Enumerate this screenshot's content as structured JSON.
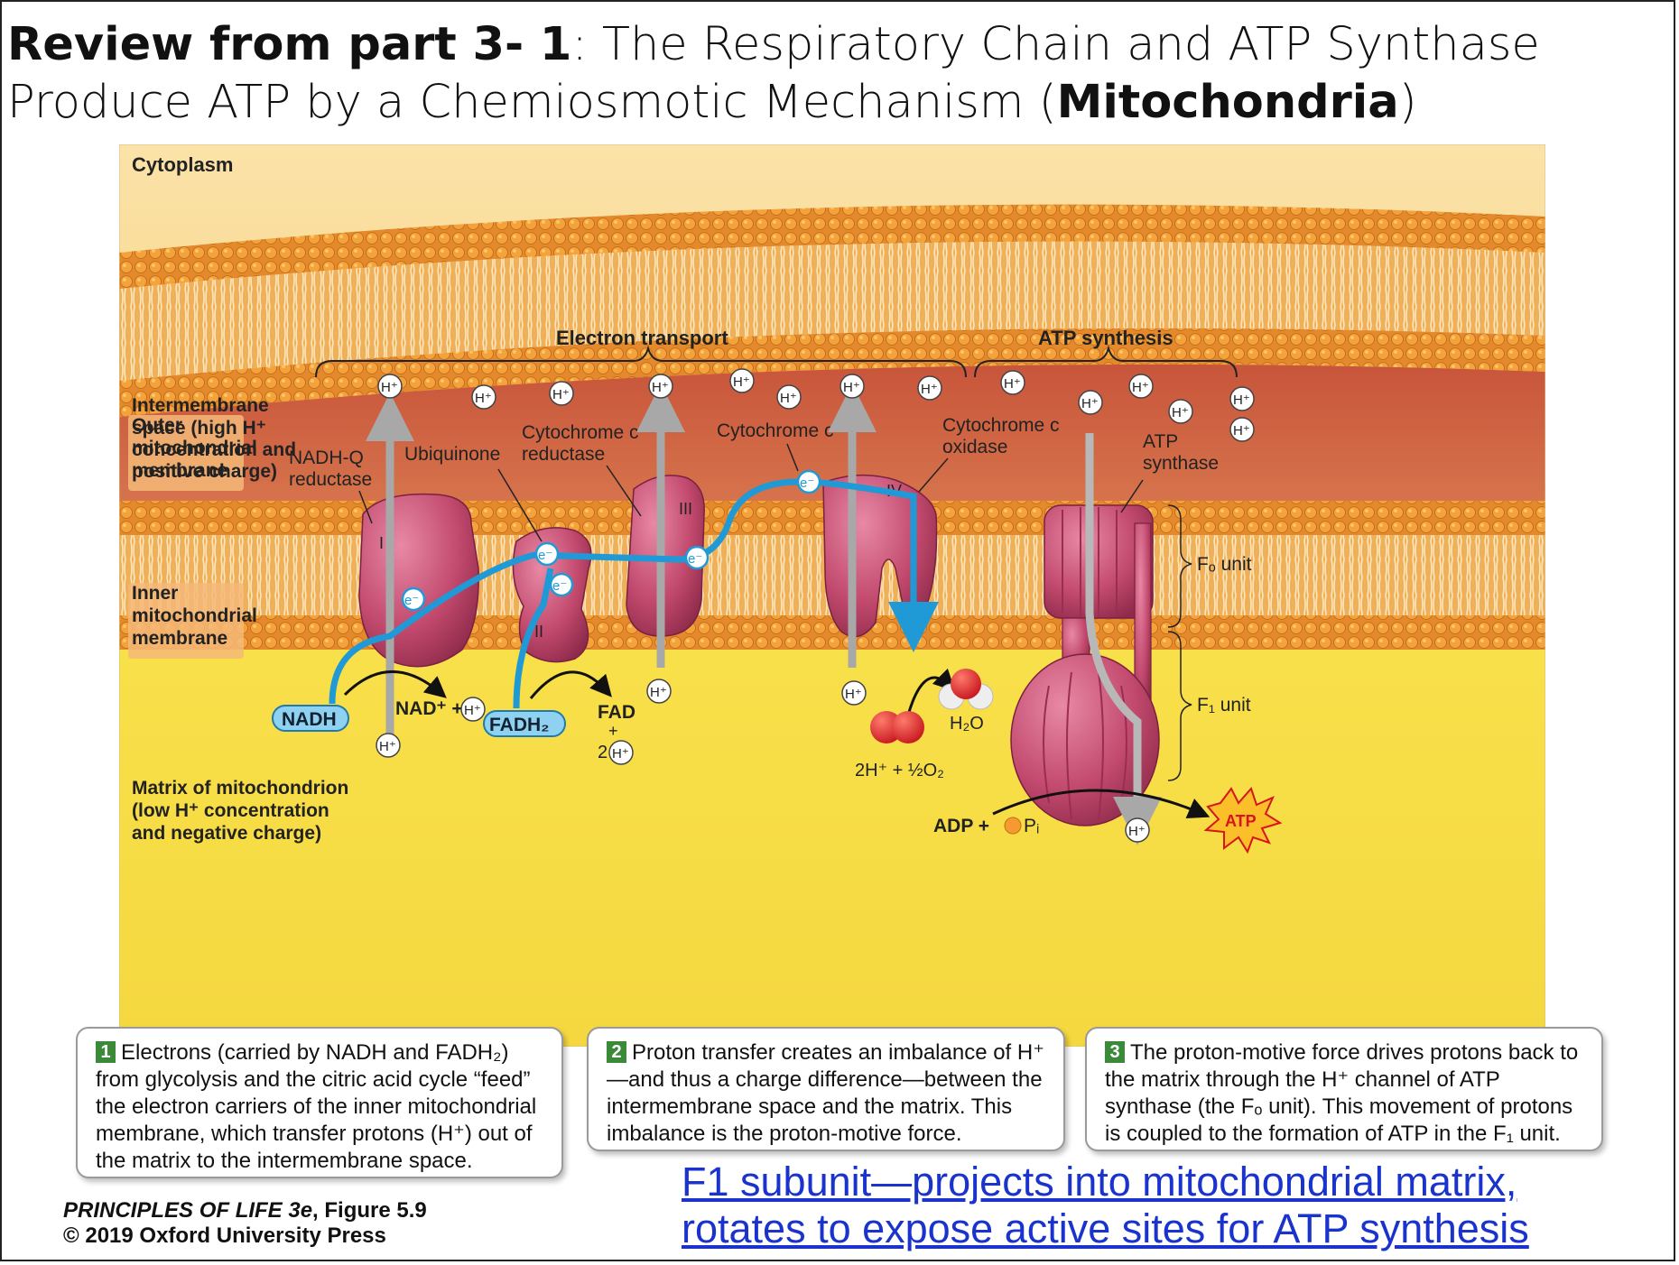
{
  "title": {
    "bold_prefix": "Review from part 3- 1",
    "rest_a": ": The Respiratory Chain and ATP Synthase Produce ATP by a Chemiosmotic Mechanism (",
    "bold_word": "Mitochondria",
    "rest_b": ")"
  },
  "regions": {
    "cytoplasm": "Cytoplasm",
    "outer_membrane": [
      "Outer",
      "mitochondrial",
      "membrane"
    ],
    "intermembrane": [
      "Intermembrane",
      "space (high H⁺",
      "concentration and",
      "positive charge)"
    ],
    "inner_membrane": [
      "Inner",
      "mitochondrial",
      "membrane"
    ],
    "matrix": [
      "Matrix of mitochondrion",
      "(low H⁺ concentration",
      "and negative charge)"
    ]
  },
  "braces": {
    "electron_transport": "Electron transport",
    "atp_synthesis": "ATP synthesis"
  },
  "complexes": {
    "nadh_q": [
      "NADH-Q",
      "reductase"
    ],
    "ubiquinone": "Ubiquinone",
    "cyt_c_reductase": [
      "Cytochrome c",
      "reductase"
    ],
    "cyt_c": "Cytochrome c",
    "cyt_c_oxidase": [
      "Cytochrome c",
      "oxidase"
    ],
    "atp_synthase": [
      "ATP",
      "synthase"
    ],
    "numerals": [
      "I",
      "II",
      "III",
      "IV"
    ],
    "fo_unit": "Fₒ unit",
    "f1_unit": "F₁ unit"
  },
  "molecules": {
    "proton": "H⁺",
    "electron": "e⁻",
    "nadh": "NADH",
    "nad_plus": "NAD⁺ +",
    "fadh2": "FADH₂",
    "fad": "FAD",
    "plus": "+",
    "two": "2",
    "water": "H₂O",
    "oxygen_eq": "2H⁺ + ½O₂",
    "adp": "ADP +",
    "pi": "Pᵢ",
    "atp": "ATP"
  },
  "captions": [
    {
      "num": "1",
      "text": "Electrons (carried by NADH and FADH₂) from glycolysis and the citric acid cycle “feed” the electron carriers of the inner mitochondrial membrane, which transfer protons (H⁺) out of the matrix to the intermembrane space."
    },
    {
      "num": "2",
      "text": "Proton transfer creates an imbalance of H⁺—and thus a charge difference—between the intermembrane space and the matrix. This imbalance is the proton-motive force."
    },
    {
      "num": "3",
      "text": "The proton-motive force drives protons back to the matrix through the H⁺ channel of ATP synthase (the Fₒ unit). This movement of protons is coupled to the formation of ATP in the F₁ unit."
    }
  ],
  "credit": {
    "book": "PRINCIPLES OF LIFE 3e",
    "figure": ", Figure 5.9",
    "copyright": "© 2019 Oxford University Press"
  },
  "note": {
    "line1": "F1 subunit—projects into mitochondrial matrix,",
    "line2": "rotates to expose active sites for ATP synthesis"
  },
  "colors": {
    "membrane_orange": "#e8902a",
    "intermembrane_red": "#c85a3e",
    "matrix_yellow": "#f7dc45",
    "protein_pink": "#c24a6e",
    "electron_blue": "#1f9ad6",
    "proton_arrow_gray": "#a8a8a8",
    "link_blue": "#1a33cc",
    "step_green": "#3a8a3a"
  }
}
